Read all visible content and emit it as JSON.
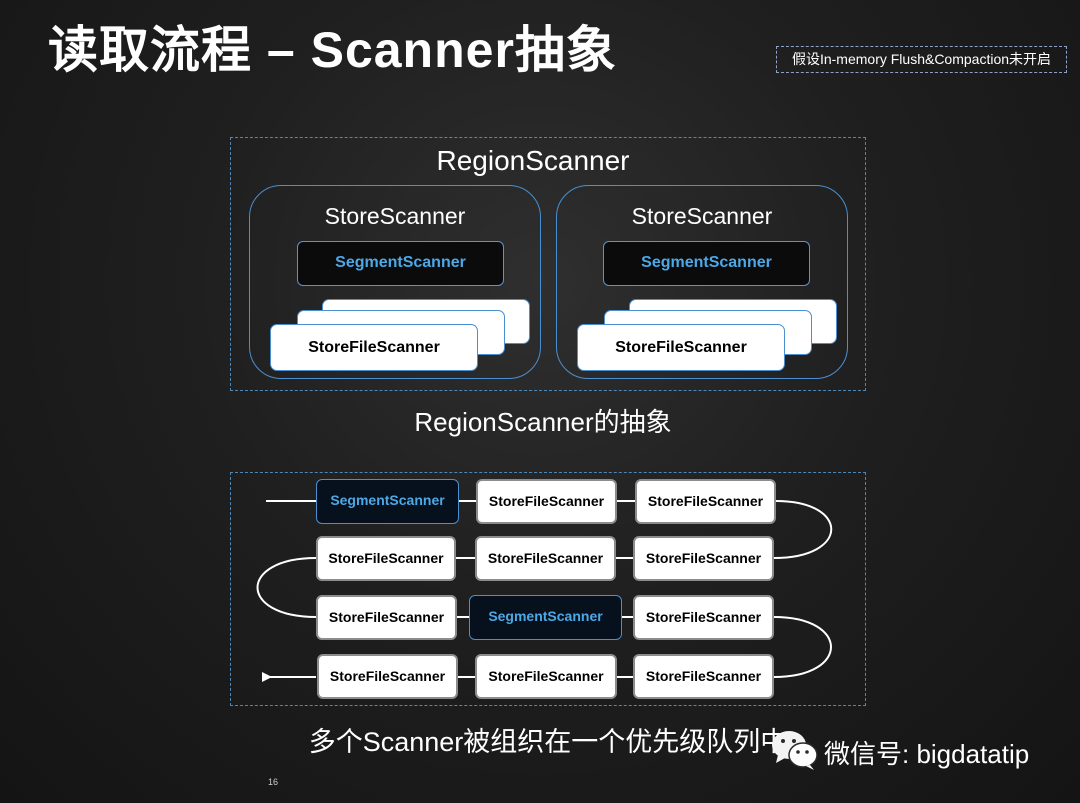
{
  "title": "读取流程 – Scanner抽象",
  "note": "假设In-memory Flush&Compaction未开启",
  "diagram1": {
    "region_label": "RegionScanner",
    "stores": [
      {
        "label": "StoreScanner",
        "segment": "SegmentScanner",
        "storefile": "StoreFileScanner"
      },
      {
        "label": "StoreScanner",
        "segment": "SegmentScanner",
        "storefile": "StoreFileScanner"
      }
    ],
    "caption": "RegionScanner的抽象"
  },
  "diagram2": {
    "rows": [
      [
        {
          "label": "SegmentScanner",
          "kind": "segment"
        },
        {
          "label": "StoreFileScanner",
          "kind": "storefile"
        },
        {
          "label": "StoreFileScanner",
          "kind": "storefile"
        }
      ],
      [
        {
          "label": "StoreFileScanner",
          "kind": "storefile"
        },
        {
          "label": "StoreFileScanner",
          "kind": "storefile"
        },
        {
          "label": "StoreFileScanner",
          "kind": "storefile"
        }
      ],
      [
        {
          "label": "StoreFileScanner",
          "kind": "storefile"
        },
        {
          "label": "SegmentScanner",
          "kind": "segment"
        },
        {
          "label": "StoreFileScanner",
          "kind": "storefile"
        }
      ],
      [
        {
          "label": "StoreFileScanner",
          "kind": "storefile"
        },
        {
          "label": "StoreFileScanner",
          "kind": "storefile"
        },
        {
          "label": "StoreFileScanner",
          "kind": "storefile"
        }
      ]
    ],
    "caption": "多个Scanner被组织在一个优先级队列中"
  },
  "watermark": {
    "icon": "wechat-icon",
    "text": "微信号: bigdatatip"
  },
  "page_number": "16"
}
